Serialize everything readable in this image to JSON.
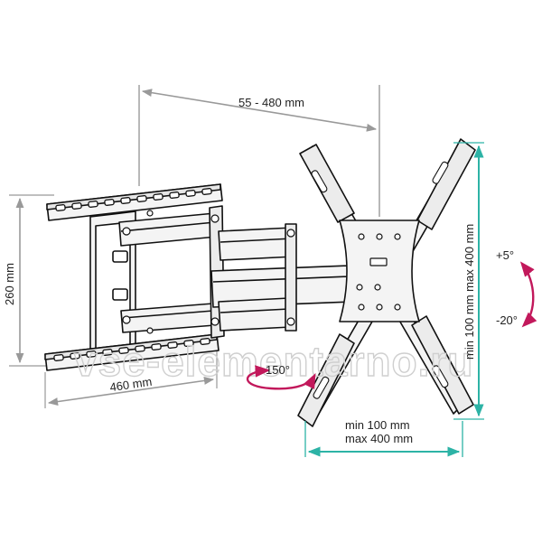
{
  "dimensions": {
    "arm_extension": "55 - 480 mm",
    "wall_plate_height": "260 mm",
    "wall_plate_width": "460 mm",
    "swivel_angle": "150°",
    "tilt_up": "+5°",
    "tilt_down": "-20°",
    "vesa_vertical": "min 100 mm max 400 mm",
    "vesa_horizontal_min": "min 100 mm",
    "vesa_horizontal_max": "max 400 mm"
  },
  "watermark": "vse-elementarno.ru",
  "colors": {
    "dimension_line": "#999999",
    "vesa_dimension": "#2db3a6",
    "rotation_arrow": "#c2185b",
    "line_art": "#111111",
    "part_fill": "#f4f4f4"
  }
}
